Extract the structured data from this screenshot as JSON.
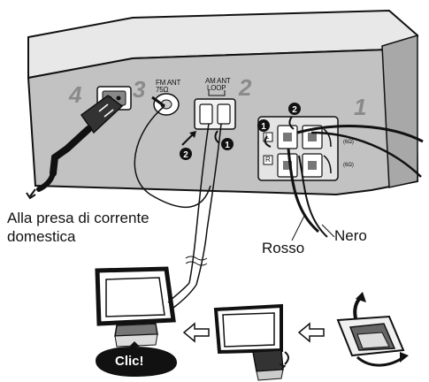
{
  "labels": {
    "outlet_line1": "Alla presa di corrente",
    "outlet_line2": "domestica",
    "rosso": "Rosso",
    "nero": "Nero",
    "clic": "Clic!",
    "fm_ant_line1": "FM ANT",
    "fm_ant_line2": "75Ω",
    "am_ant_line1": "AM ANT",
    "am_ant_line2": "LOOP",
    "terminal_l": "L",
    "terminal_r": "R",
    "impedance_upper": "(6Ω)",
    "impedance_lower": "(6Ω)"
  },
  "steps": {
    "s1": "1",
    "s2": "2",
    "s3": "3",
    "s4": "4"
  },
  "markers": {
    "m1_am": "1",
    "m2_am": "2",
    "m1_spk": "1",
    "m2_spk": "2"
  },
  "colors": {
    "panel": "#bdbdbd",
    "unit_top": "#e6e6e6",
    "outline": "#111111",
    "step_number": "#8a8a8a"
  }
}
